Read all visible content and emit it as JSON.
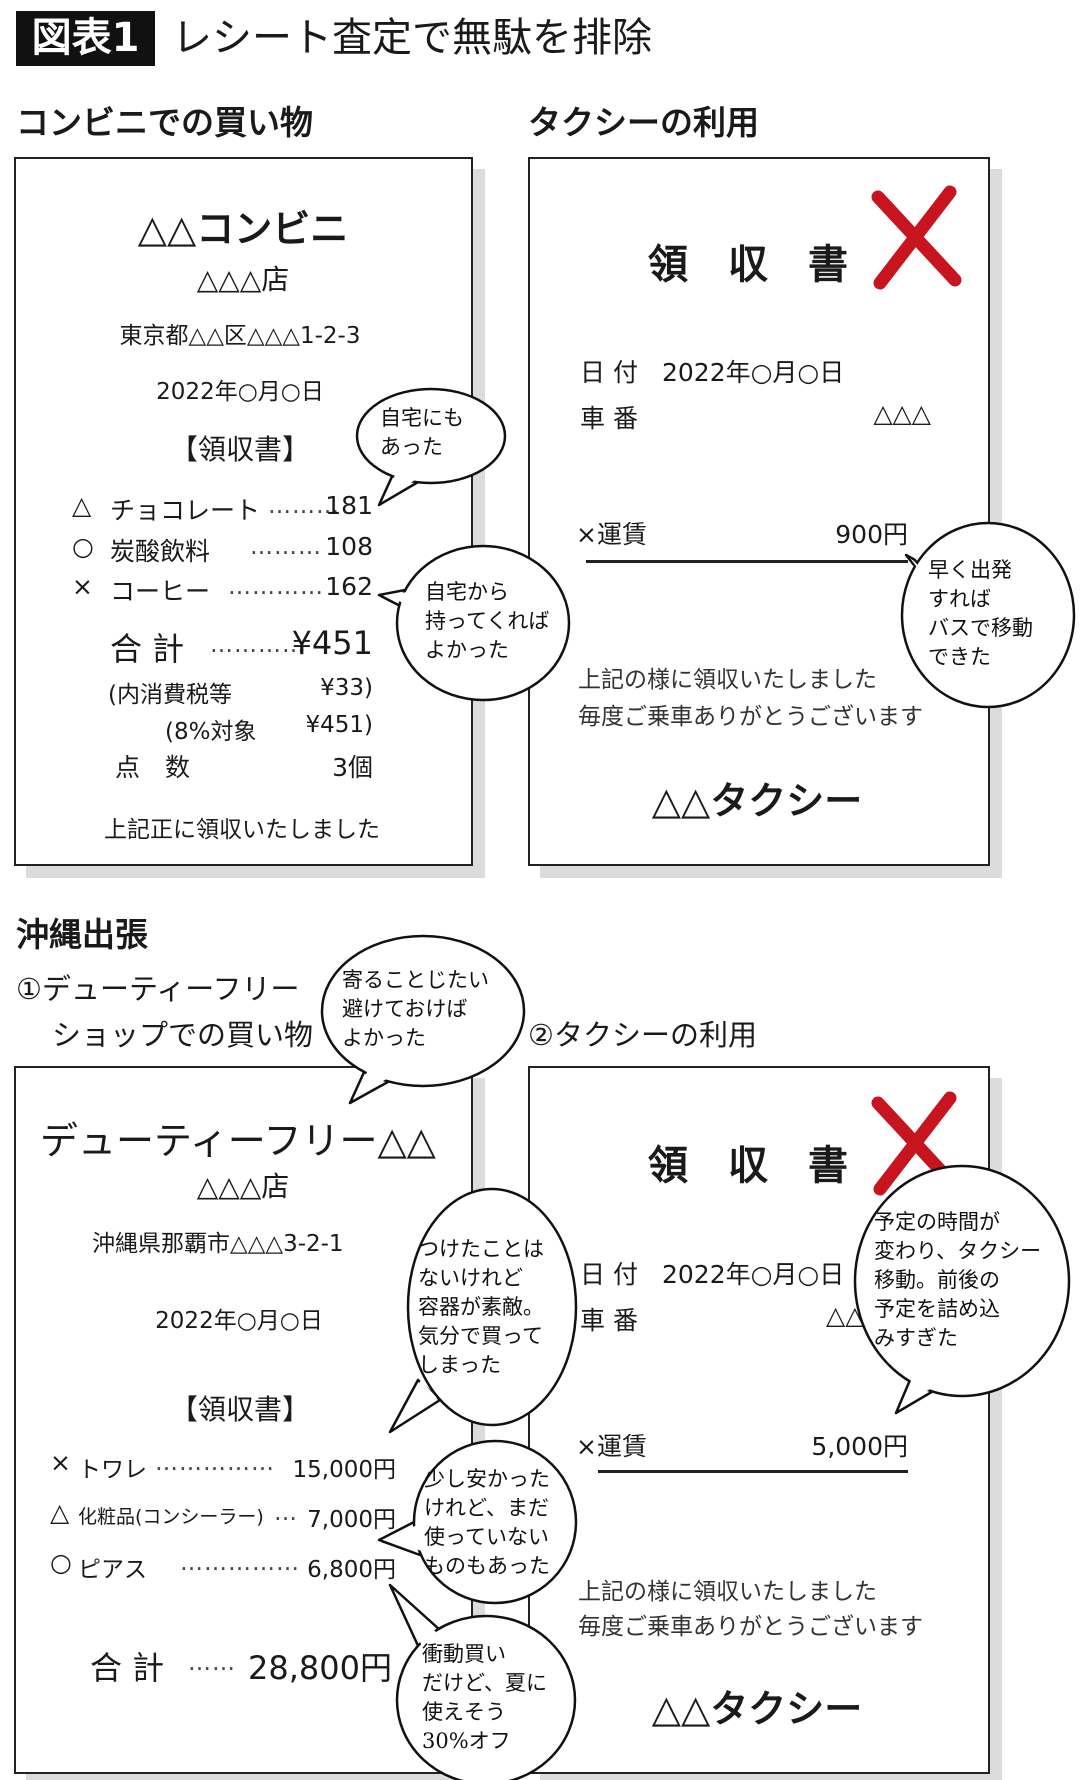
{
  "header": {
    "badge": "図表1",
    "title": "レシート査定で無駄を排除"
  },
  "colors": {
    "red_x": "#c8141e",
    "shadow": "#dcdcdc"
  },
  "sections": {
    "konbini": "コンビニでの買い物",
    "taxi1": "タクシーの利用",
    "okinawa": "沖縄出張",
    "dutyfree_1": "①デューティーフリー",
    "dutyfree_2": "ショップでの買い物",
    "taxi2": "②タクシーの利用"
  },
  "receipt_konbini": {
    "store": "△△コンビニ",
    "branch": "△△△店",
    "address": "東京都△△区△△△1-2-3",
    "date": "2022年○月○日",
    "heading": "【領収書】",
    "items": [
      {
        "mark": "△",
        "name": "チョコレート",
        "dots": "………",
        "price": "181"
      },
      {
        "mark": "○",
        "name": "炭酸飲料",
        "dots": "………",
        "price": "108"
      },
      {
        "mark": "×",
        "name": "コーヒー",
        "dots": "…………",
        "price": "162"
      }
    ],
    "total_label": "合 計",
    "total_dots": "…………",
    "total": "¥451",
    "tax_label": "(内消費税等",
    "tax": "¥33)",
    "tax_target_label": "(8%対象",
    "tax_target": "¥451)",
    "count_label": "点　数",
    "count": "3個",
    "footer": "上記正に領収いたしました"
  },
  "receipt_taxi1": {
    "heading": "領　収　書",
    "date_label": "日 付",
    "date": "2022年○月○日",
    "car_label": "車 番",
    "car": "△△△",
    "fare_label": "×運賃",
    "fare": "900円",
    "footer1": "上記の様に領収いたしました",
    "footer2": "毎度ご乗車ありがとうございます",
    "company": "△△タクシー"
  },
  "receipt_dutyfree": {
    "store": "デューティーフリー△△",
    "branch": "△△△店",
    "address": "沖縄県那覇市△△△3-2-1",
    "date": "2022年○月○日",
    "heading": "【領収書】",
    "items": [
      {
        "mark": "×",
        "name": "トワレ",
        "dots": "……………",
        "price": "15,000円"
      },
      {
        "mark": "△",
        "name": "化粧品(コンシーラー)",
        "dots": "…",
        "price": "7,000円"
      },
      {
        "mark": "○",
        "name": "ピアス",
        "dots": "……………",
        "price": "6,800円"
      }
    ],
    "total_label": "合 計",
    "total_dots": "……",
    "total": "28,800円"
  },
  "receipt_taxi2": {
    "heading": "領　収　書",
    "date_label": "日 付",
    "date": "2022年○月○日",
    "car_label": "車 番",
    "car": "△△",
    "fare_label": "×運賃",
    "fare": "5,000円",
    "footer1": "上記の様に領収いたしました",
    "footer2": "毎度ご乗車ありがとうございます",
    "company": "△△タクシー"
  },
  "bubbles": {
    "chocolate": "自宅にも\nあった",
    "coffee": "自宅から\n持ってくれば\nよかった",
    "taxi1": "早く出発\nすれば\nバスで移動\nできた",
    "dutyfree": "寄ることじたい\n避けておけば\nよかった",
    "toilette": "つけたことは\nないけれど\n容器が素敵。\n気分で買って\nしまった",
    "cosmetic": "少し安かった\nけれど、まだ\n使っていない\nものもあった",
    "pierce": "衝動買い\nだけど、夏に\n使えそう\n30%オフ",
    "taxi2": "予定の時間が\n変わり、タクシー\n移動。前後の\n予定を詰め込\nみすぎた"
  }
}
